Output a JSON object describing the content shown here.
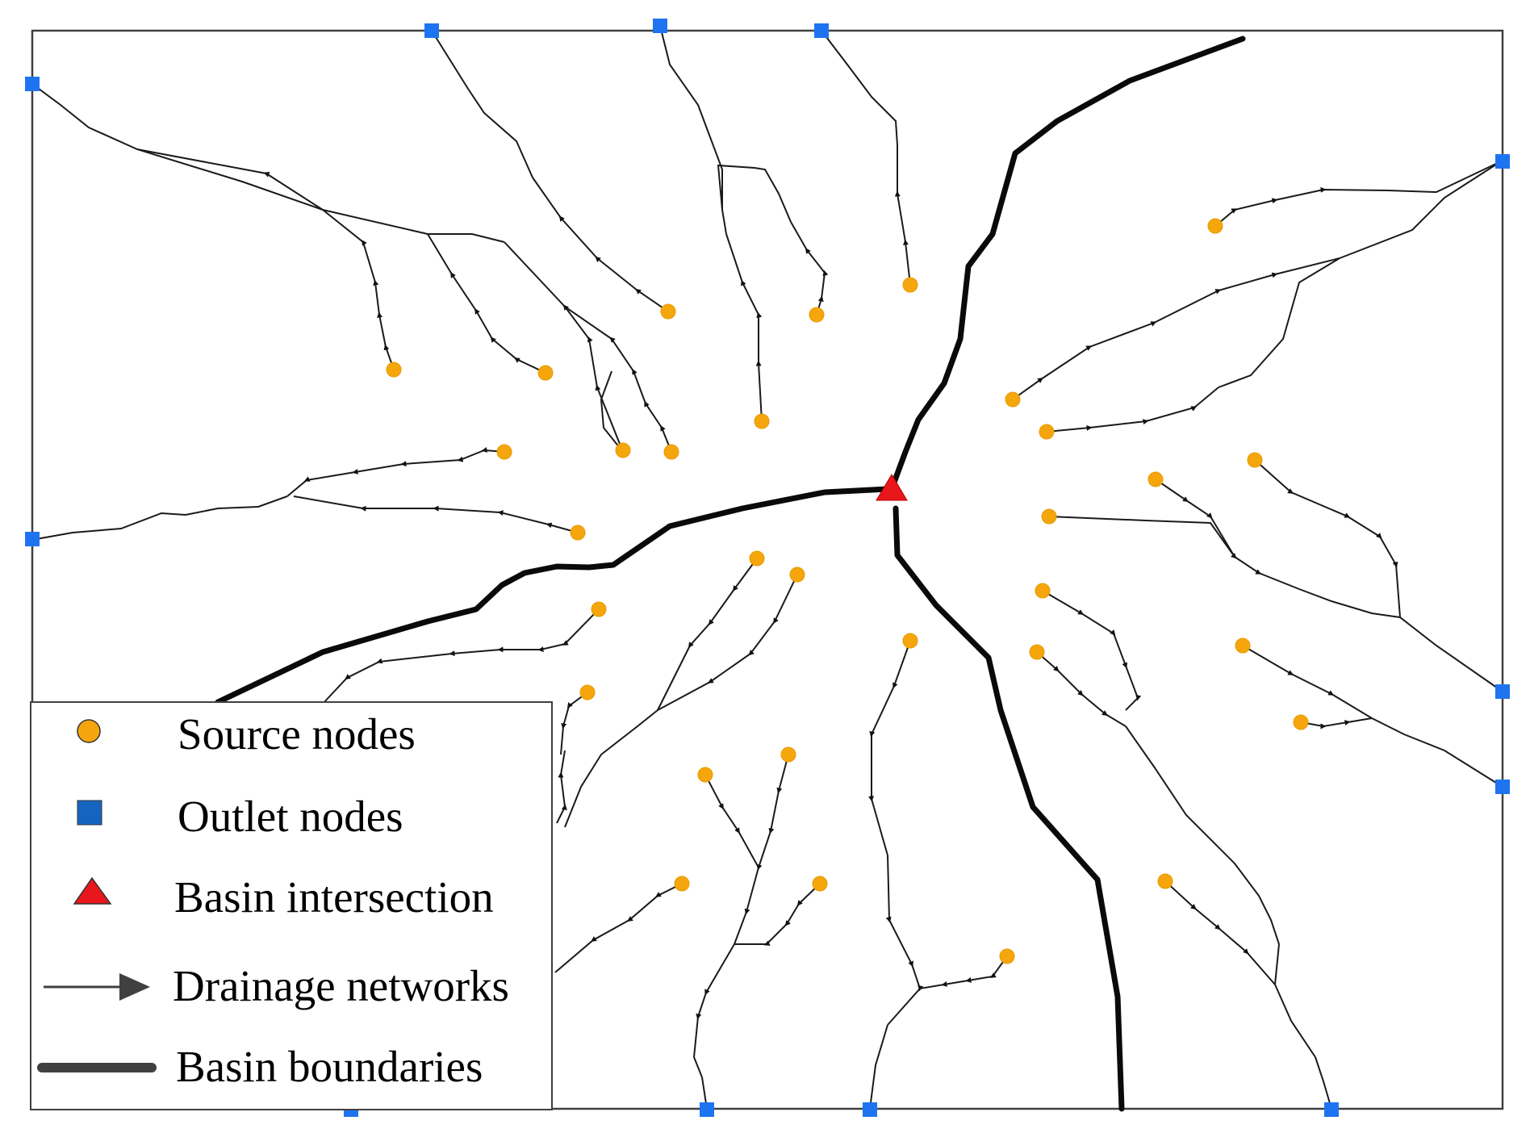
{
  "legend": {
    "source_nodes": "Source nodes",
    "outlet_nodes": "Outlet nodes",
    "basin_intersection": "Basin intersection",
    "drainage_networks": "Drainage networks",
    "basin_boundaries": "Basin boundaries"
  },
  "colors": {
    "source_node": "#F5A60C",
    "outlet_node": "#1E74F0",
    "outlet_node_legend": "#1565C0",
    "basin_intersection": "#E8171B",
    "drainage_network": "#1a1a1a",
    "basin_boundary": "#0a0a0a",
    "legend_line": "#404040",
    "frame": "#404040"
  }
}
